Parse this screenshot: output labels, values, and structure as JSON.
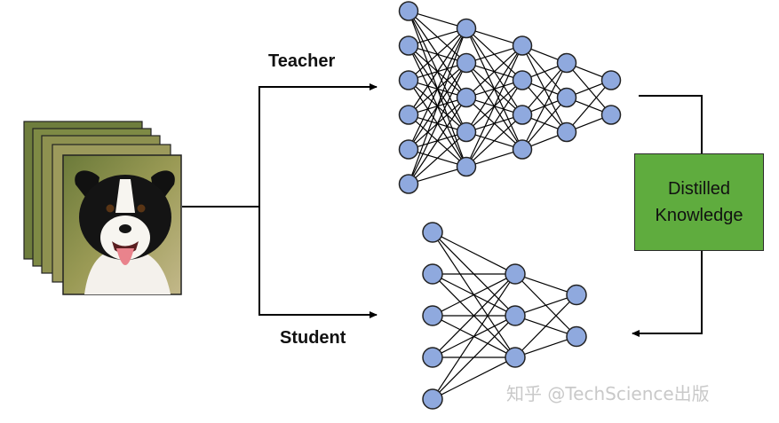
{
  "labels": {
    "teacher": "Teacher",
    "student": "Student",
    "distilled_line1": "Distilled",
    "distilled_line2": "Knowledge"
  },
  "watermark": "知乎 @TechScience出版",
  "colors": {
    "node_fill": "#8fa9de",
    "box_fill": "#5fac3e",
    "line": "#000000"
  },
  "images": {
    "stack_count": 5,
    "subject": "dog-photo"
  },
  "networks": {
    "teacher_layers": [
      6,
      5,
      4,
      3,
      2
    ],
    "student_layers": [
      5,
      3,
      2
    ]
  }
}
